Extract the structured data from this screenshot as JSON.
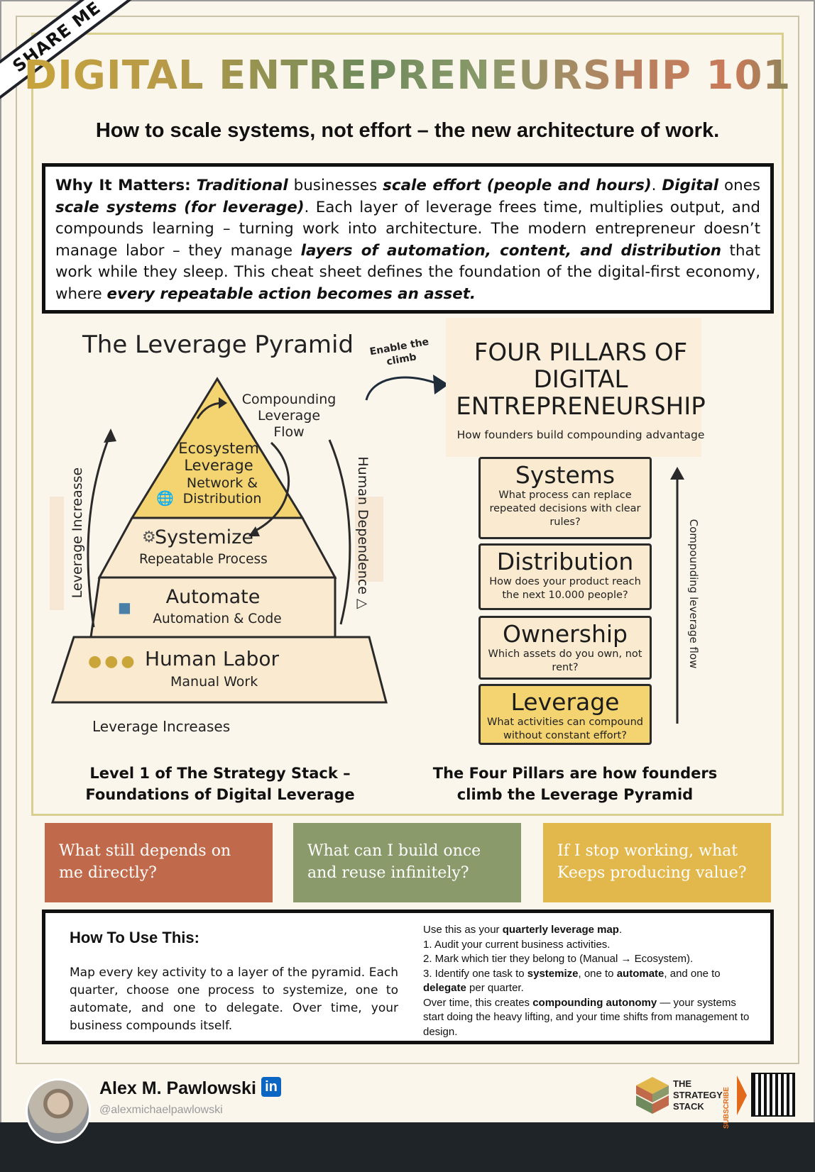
{
  "ribbon": "SHARE ME",
  "title": "DIGITAL ENTREPRENEURSHIP 101",
  "subtitle": "How to scale systems, not effort – the new architecture of work.",
  "why": {
    "label": "Why It Matters:",
    "p1": "Traditional",
    "p2": " businesses ",
    "p3": "scale effort (people and hours)",
    "p4": ". ",
    "p5": "Digital",
    "p6": " ones ",
    "p7": "scale systems (for leverage)",
    "p8": ". Each layer of leverage frees time, multiplies output, and compounds learning – turning work into architecture. The modern entrepreneur doesn’t manage labor – they manage ",
    "p9": "layers of automation, content, and distribution",
    "p10": " that work while they sleep. This cheat sheet defines the foundation of the digital-first economy, where ",
    "p11": "every repeatable action becomes an asset."
  },
  "pyramid": {
    "heading": "The Leverage Pyramid",
    "flow_label": "Compounding\nLeverage\nFlow",
    "tiers": [
      {
        "title": "Ecosystem Leverage",
        "subtitle": "Network &\nDistribution",
        "icon": "globe-icon"
      },
      {
        "title": "Systemize",
        "subtitle": "Repeatable Process",
        "icon": "gear-icon"
      },
      {
        "title": "Automate",
        "subtitle": "Automation & Code",
        "icon": "robot-icon"
      },
      {
        "title": "Human Labor",
        "subtitle": "Manual Work",
        "icon": "people-icon"
      }
    ],
    "left_axis": "Leverage Increasse",
    "right_axis": "Human Dependence △",
    "bottom_axis": "Leverage Increases",
    "enable": "Enable the\nclimb",
    "caption_l1": "Level 1 of The Strategy Stack –",
    "caption_l2": "Foundations of Digital Leverage"
  },
  "pillars": {
    "heading": "FOUR PILLARS OF\nDIGITAL\nENTREPRENEURSHIP",
    "sub": "How founders build compounding advantage",
    "side_label": "Compounding leverage flow",
    "items": [
      {
        "title": "Systems",
        "q": "What process can replace repeated decisions with clear rules?"
      },
      {
        "title": "Distribution",
        "q": "How does your product reach the next 10.000 people?"
      },
      {
        "title": "Ownership",
        "q": "Which assets do you own, not rent?"
      },
      {
        "title": "Leverage",
        "q": "What activities can compound without constant effort?"
      }
    ],
    "caption_l1": "The Four Pillars are how founders",
    "caption_l2": "climb the Leverage Pyramid"
  },
  "questions": [
    {
      "text": "What still depends on me directly?",
      "color": "#c06a4b"
    },
    {
      "text": "What can I build once and reuse infinitely?",
      "color": "#8a9a6a"
    },
    {
      "text": "If I stop working, what Keeps producing value?",
      "color": "#e2b84c"
    }
  ],
  "how": {
    "heading": "How To Use This:",
    "para": "Map every key activity to a layer of the pyramid. Each quarter, choose one process to systemize, one to automate, and one to delegate. Over time, your business compounds itself.",
    "r_intro_a": "Use this as your ",
    "r_intro_b": "quarterly leverage map",
    "r_intro_c": ".",
    "r_1": "1. Audit your current business activities.",
    "r_2": "2. Mark which tier they belong to (Manual → Ecosystem).",
    "r_3a": "3. Identify one task to ",
    "r_3b": "systemize",
    "r_3c": ", one to ",
    "r_3d": "automate",
    "r_3e": ", and one to ",
    "r_3f": "delegate",
    "r_3g": " per quarter.",
    "r_4a": "Over time, this creates ",
    "r_4b": "compounding autonomy",
    "r_4c": " — your systems start doing the heavy lifting, and your time shifts from management to design."
  },
  "footer": {
    "name": "Alex M. Pawlowski",
    "handle": "@alexmichaelpawlowski",
    "linkedin": "in",
    "brand_l1": "THE",
    "brand_l2": "STRATEGY",
    "brand_l3": "STACK",
    "subscribe": "SUBSCRIBE"
  },
  "colors": {
    "gold": "#f4d470",
    "cream": "#f9ead0",
    "terracotta": "#c06a4b",
    "sage": "#8a9a6a",
    "mustard": "#e2b84c"
  }
}
